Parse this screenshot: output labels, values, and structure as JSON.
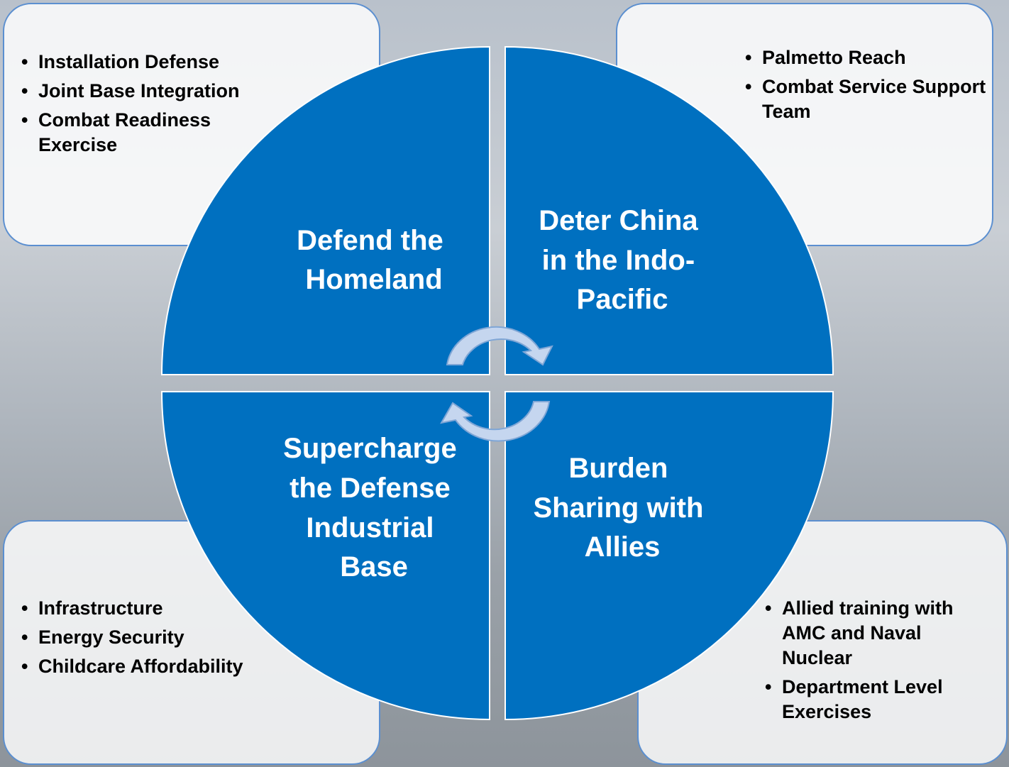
{
  "quadrants": {
    "top_left": {
      "title_lines": [
        "Defend the",
        "Homeland"
      ]
    },
    "top_right": {
      "title_lines": [
        "Deter China",
        "in the Indo-",
        "Pacific"
      ]
    },
    "bottom_left": {
      "title_lines": [
        "Supercharge",
        "the Defense",
        "Industrial",
        "Base"
      ]
    },
    "bottom_right": {
      "title_lines": [
        "Burden",
        "Sharing with",
        "Allies"
      ]
    }
  },
  "boxes": {
    "top_left": [
      "Installation Defense",
      "Joint Base Integration",
      "Combat Readiness Exercise"
    ],
    "top_right": [
      "Palmetto Reach",
      "Combat Service Support Team"
    ],
    "bottom_left": [
      "Infrastructure",
      "Energy Security",
      "Childcare Affordability"
    ],
    "bottom_right": [
      "Allied training with AMC and Naval Nuclear",
      "Department Level Exercises"
    ]
  },
  "colors": {
    "quadrant_fill": "#0070c0",
    "box_border": "#5b8fd0",
    "arrow_fill": "#c5d6ef",
    "arrow_stroke": "#7fa6d6"
  }
}
